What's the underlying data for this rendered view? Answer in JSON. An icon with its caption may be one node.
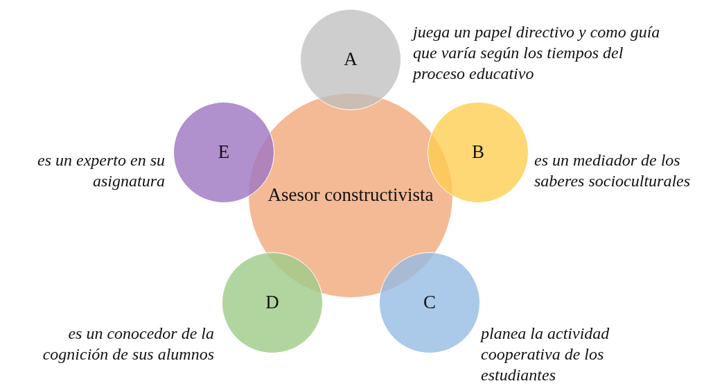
{
  "diagram": {
    "nodes": [
      {
        "text": [
          "Asesor constructivista"
        ]
      },
      {
        "text": [
          "A"
        ],
        "beside": [
          "juega un papel directivo y como guía que varía según los tiempos del proceso educativo"
        ]
      },
      {
        "text": [
          "B"
        ],
        "beside": [
          "es un mediador de los saberes socioculturales"
        ]
      },
      {
        "text": [
          "C"
        ],
        "beside": [
          "planea la actividad cooperativa de los estudiantes"
        ]
      },
      {
        "text": [
          "D"
        ],
        "beside": [
          "es un conocedor de la cognición de sus alumnos"
        ]
      },
      {
        "text": [
          "E"
        ],
        "beside": [
          "es un experto en su asignatura"
        ]
      }
    ]
  }
}
